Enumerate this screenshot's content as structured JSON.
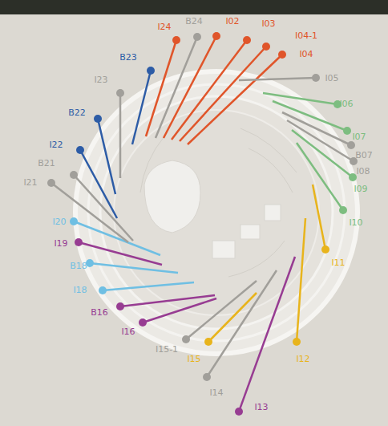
{
  "diagram": {
    "labels": [
      "B23",
      "I24",
      "B24",
      "I02",
      "I03",
      "I04-1",
      "I04",
      "I05",
      "I06",
      "I07",
      "B07",
      "I08",
      "I09",
      "I10",
      "I11",
      "I12",
      "I13",
      "I14",
      "I15",
      "I15-1",
      "I16",
      "B16",
      "I18",
      "B18",
      "I19",
      "I20",
      "I21",
      "B21",
      "I22",
      "B22",
      "I23"
    ]
  }
}
